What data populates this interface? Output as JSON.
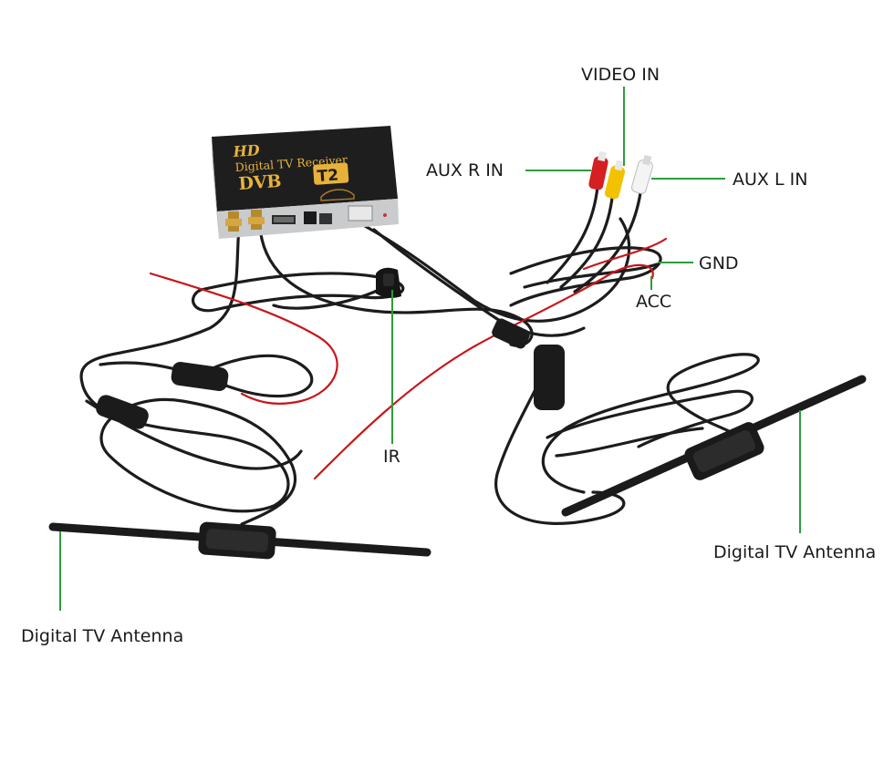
{
  "device": {
    "badge": "HD",
    "title": "Digital TV Receiver",
    "brand": "DVB",
    "model": "T2"
  },
  "labels": {
    "video_in": "VIDEO IN",
    "aux_r_in": "AUX R IN",
    "aux_l_in": "AUX L IN",
    "gnd": "GND",
    "acc": "ACC",
    "ir": "IR",
    "antenna_right": "Digital TV Antenna",
    "antenna_left": "Digital TV Antenna"
  },
  "colors": {
    "leader": "#2e9c3a",
    "cable": "#1c1c1c",
    "power_wire": "#c8161b",
    "device_face": "#1e1e1e",
    "device_text": "#e8b23a",
    "rca_red": "#d42020",
    "rca_yellow": "#f2c200",
    "rca_white": "#f4f4f4"
  }
}
